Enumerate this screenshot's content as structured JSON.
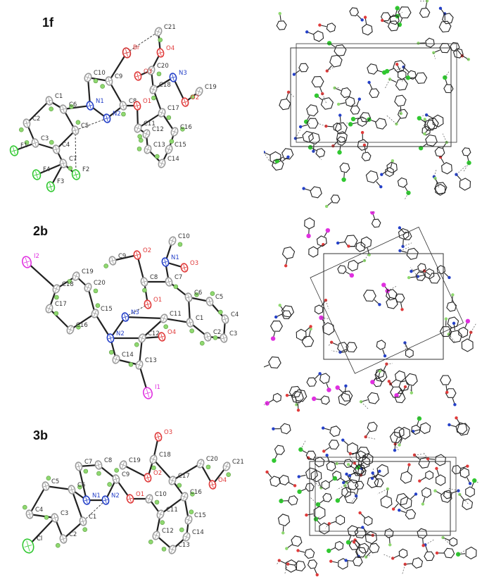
{
  "colors": {
    "carbon": "#9a9a9a",
    "hydrogen": "#8fd870",
    "oxygen": "#e03a3a",
    "nitrogen": "#2440c8",
    "bromine": "#d03030",
    "iodine": "#e030e0",
    "fluorine": "#30c830",
    "chlorine": "#30c830",
    "bond": "#222222",
    "background": "#ffffff"
  },
  "panels": [
    {
      "id": "1f",
      "label": "1f",
      "atoms": [
        {
          "name": "C21",
          "el": "C"
        },
        {
          "name": "O4",
          "el": "O"
        },
        {
          "name": "Br",
          "el": "Br"
        },
        {
          "name": "C20",
          "el": "C"
        },
        {
          "name": "O3",
          "el": "O"
        },
        {
          "name": "N3",
          "el": "N"
        },
        {
          "name": "C10",
          "el": "C"
        },
        {
          "name": "C9",
          "el": "C"
        },
        {
          "name": "C18",
          "el": "C"
        },
        {
          "name": "C19",
          "el": "C"
        },
        {
          "name": "O2",
          "el": "O"
        },
        {
          "name": "C1",
          "el": "C"
        },
        {
          "name": "N1",
          "el": "N"
        },
        {
          "name": "C8",
          "el": "C"
        },
        {
          "name": "O1",
          "el": "O"
        },
        {
          "name": "C6",
          "el": "C"
        },
        {
          "name": "N2",
          "el": "N"
        },
        {
          "name": "C17",
          "el": "C"
        },
        {
          "name": "C2",
          "el": "C"
        },
        {
          "name": "C11",
          "el": "C"
        },
        {
          "name": "C16",
          "el": "C"
        },
        {
          "name": "C5",
          "el": "C"
        },
        {
          "name": "C12",
          "el": "C"
        },
        {
          "name": "C3",
          "el": "C"
        },
        {
          "name": "C4",
          "el": "C"
        },
        {
          "name": "F1",
          "el": "F"
        },
        {
          "name": "C7",
          "el": "C"
        },
        {
          "name": "C13",
          "el": "C"
        },
        {
          "name": "C15",
          "el": "C"
        },
        {
          "name": "F4",
          "el": "F"
        },
        {
          "name": "F2",
          "el": "F"
        },
        {
          "name": "C14",
          "el": "C"
        },
        {
          "name": "F3",
          "el": "F"
        }
      ]
    },
    {
      "id": "2b",
      "label": "2b",
      "atoms": [
        {
          "name": "C10",
          "el": "C"
        },
        {
          "name": "I2",
          "el": "I"
        },
        {
          "name": "O2",
          "el": "O"
        },
        {
          "name": "C9",
          "el": "C"
        },
        {
          "name": "N1",
          "el": "N"
        },
        {
          "name": "O3",
          "el": "O"
        },
        {
          "name": "C19",
          "el": "C"
        },
        {
          "name": "C18",
          "el": "C"
        },
        {
          "name": "C20",
          "el": "C"
        },
        {
          "name": "C8",
          "el": "C"
        },
        {
          "name": "C7",
          "el": "C"
        },
        {
          "name": "C6",
          "el": "C"
        },
        {
          "name": "C5",
          "el": "C"
        },
        {
          "name": "C17",
          "el": "C"
        },
        {
          "name": "C15",
          "el": "C"
        },
        {
          "name": "N3",
          "el": "N"
        },
        {
          "name": "O1",
          "el": "O"
        },
        {
          "name": "C4",
          "el": "C"
        },
        {
          "name": "C16",
          "el": "C"
        },
        {
          "name": "C11",
          "el": "C"
        },
        {
          "name": "C1",
          "el": "C"
        },
        {
          "name": "N2",
          "el": "N"
        },
        {
          "name": "C12",
          "el": "C"
        },
        {
          "name": "O4",
          "el": "O"
        },
        {
          "name": "C2",
          "el": "C"
        },
        {
          "name": "C3",
          "el": "C"
        },
        {
          "name": "C14",
          "el": "C"
        },
        {
          "name": "C13",
          "el": "C"
        },
        {
          "name": "I1",
          "el": "I"
        }
      ]
    },
    {
      "id": "3b",
      "label": "3b",
      "atoms": [
        {
          "name": "O3",
          "el": "O"
        },
        {
          "name": "C19",
          "el": "C"
        },
        {
          "name": "C18",
          "el": "C"
        },
        {
          "name": "C20",
          "el": "C"
        },
        {
          "name": "C21",
          "el": "C"
        },
        {
          "name": "C7",
          "el": "C"
        },
        {
          "name": "C8",
          "el": "C"
        },
        {
          "name": "C9",
          "el": "C"
        },
        {
          "name": "O2",
          "el": "O"
        },
        {
          "name": "C17",
          "el": "C"
        },
        {
          "name": "O4",
          "el": "O"
        },
        {
          "name": "C5",
          "el": "C"
        },
        {
          "name": "C6",
          "el": "C"
        },
        {
          "name": "O1",
          "el": "O"
        },
        {
          "name": "C10",
          "el": "C"
        },
        {
          "name": "C16",
          "el": "C"
        },
        {
          "name": "N1",
          "el": "N"
        },
        {
          "name": "N2",
          "el": "N"
        },
        {
          "name": "C11",
          "el": "C"
        },
        {
          "name": "C15",
          "el": "C"
        },
        {
          "name": "C4",
          "el": "C"
        },
        {
          "name": "C3",
          "el": "C"
        },
        {
          "name": "C1",
          "el": "C"
        },
        {
          "name": "C14",
          "el": "C"
        },
        {
          "name": "C12",
          "el": "C"
        },
        {
          "name": "C13",
          "el": "C"
        },
        {
          "name": "Cl",
          "el": "Cl"
        },
        {
          "name": "C2",
          "el": "C"
        }
      ]
    }
  ]
}
